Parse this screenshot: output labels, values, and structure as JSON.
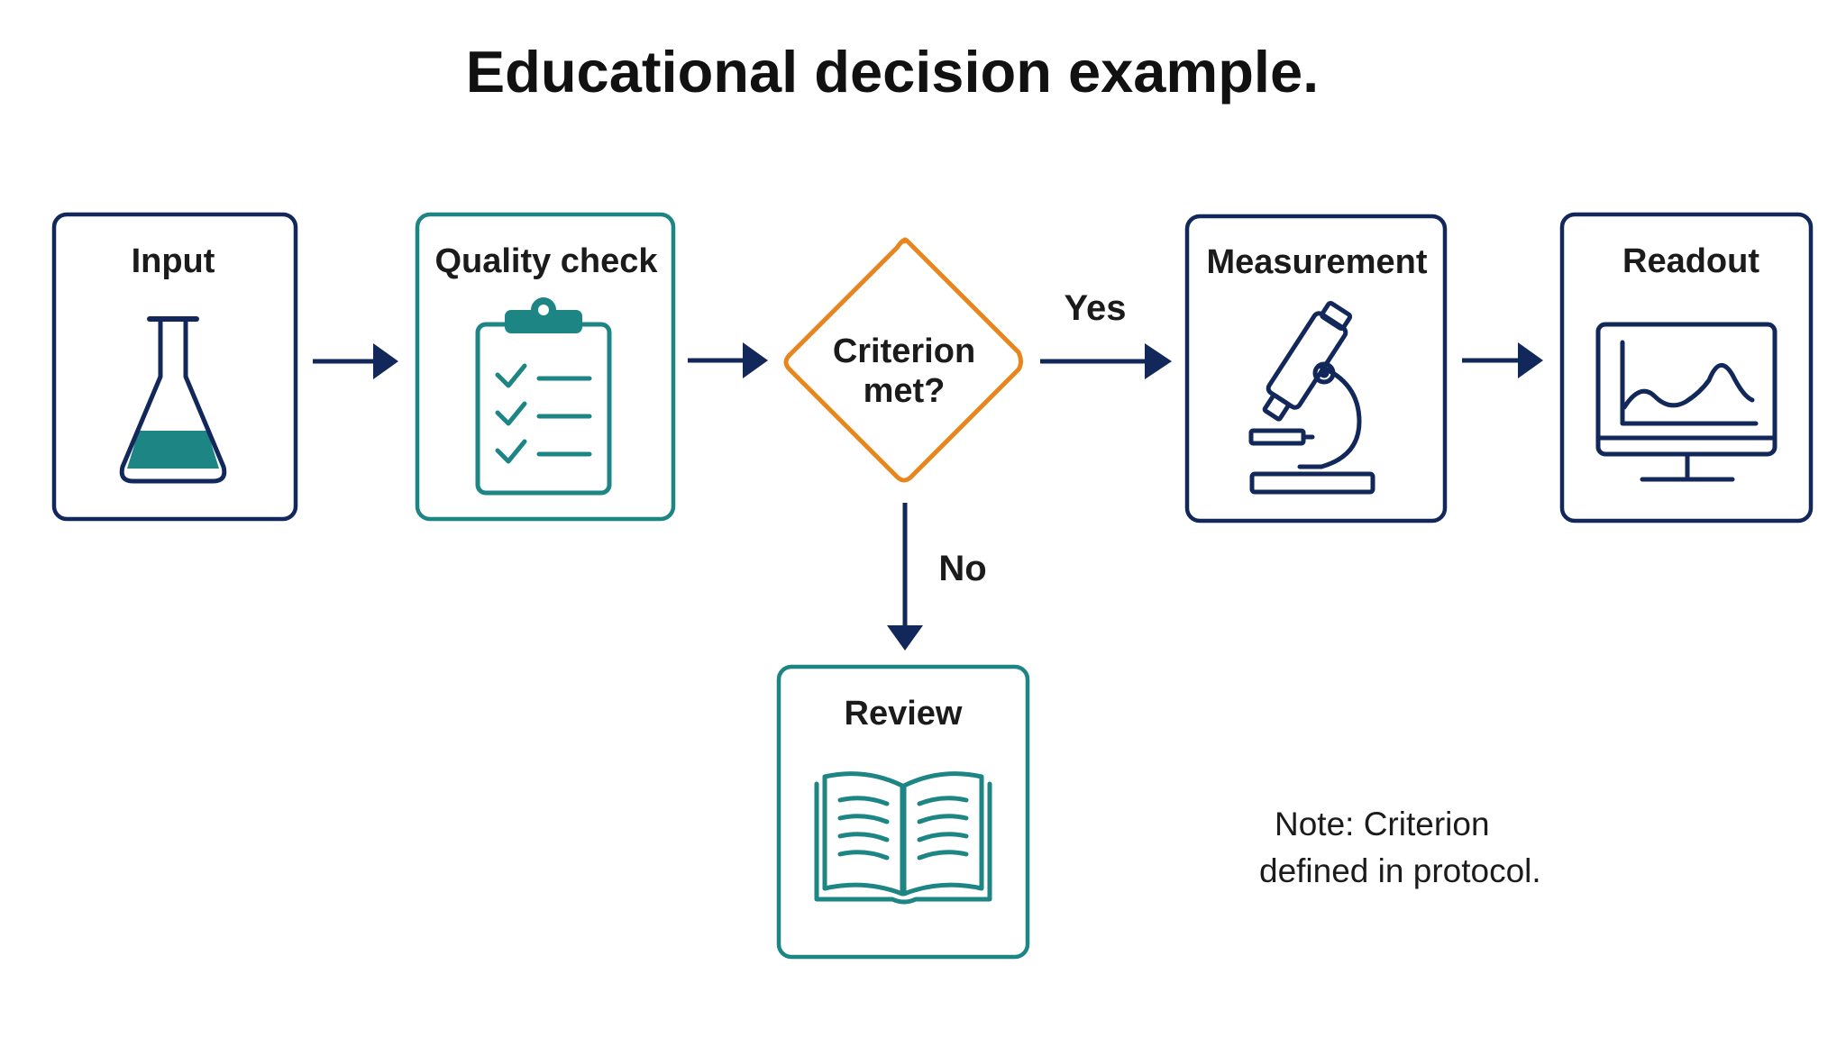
{
  "title": "Educational decision example.",
  "colors": {
    "navy": "#13285a",
    "teal": "#1e8585",
    "orange": "#e8861e"
  },
  "nodes": {
    "input": {
      "label": "Input",
      "icon": "flask-icon"
    },
    "quality_check": {
      "label": "Quality check",
      "icon": "clipboard-checklist-icon"
    },
    "decision": {
      "label_line1": "Criterion",
      "label_line2": "met?"
    },
    "measurement": {
      "label": "Measurement",
      "icon": "microscope-icon"
    },
    "readout": {
      "label": "Readout",
      "icon": "monitor-chart-icon"
    },
    "review": {
      "label": "Review",
      "icon": "open-book-icon"
    }
  },
  "edges": {
    "yes_label": "Yes",
    "no_label": "No"
  },
  "note": {
    "line1": "Note: Criterion",
    "line2": "defined in protocol."
  }
}
